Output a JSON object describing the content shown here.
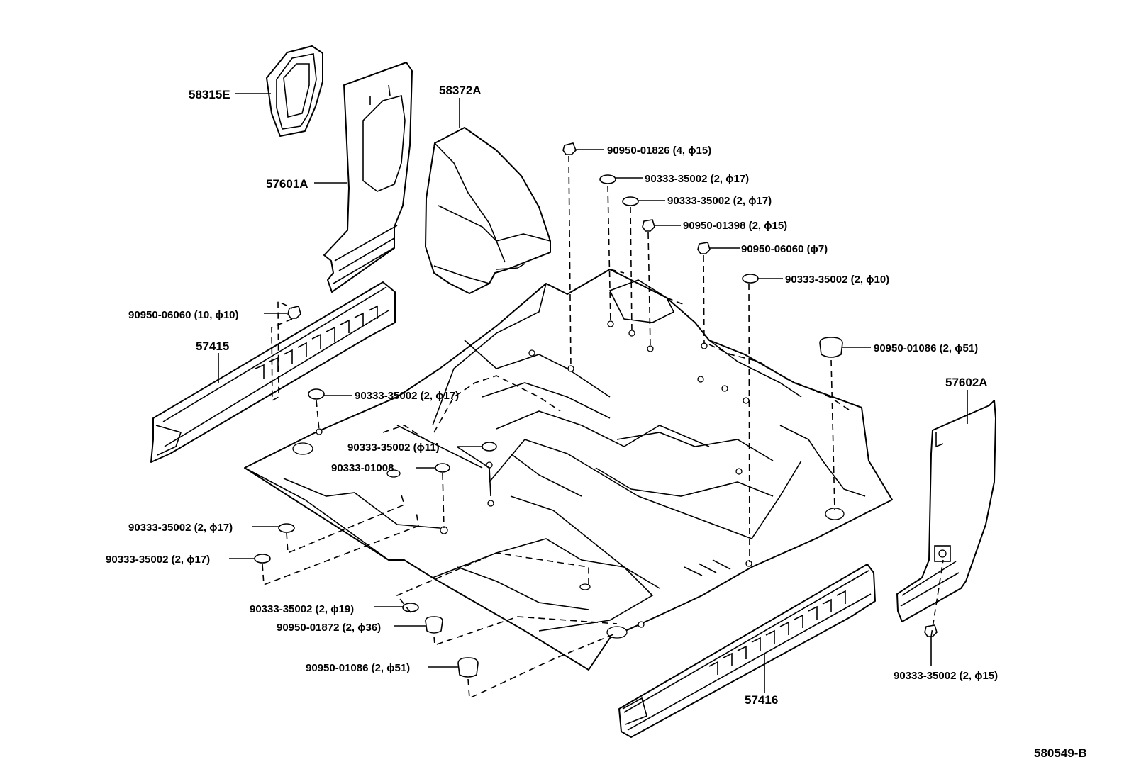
{
  "parts": {
    "p58315E": "58315E",
    "p57601A": "57601A",
    "p58372A": "58372A",
    "p57415": "57415",
    "p57602A": "57602A",
    "p57416": "57416"
  },
  "fasteners": {
    "f01": "90950-01826 (4, ϕ15)",
    "f02": "90333-35002  (2, ϕ17)",
    "f03": "90333-35002  (2, ϕ17)",
    "f04": "90950-01398   (2, ϕ15)",
    "f05": "90950-06060  (ϕ7)",
    "f06": "90333-35002  (2, ϕ10)",
    "f07": "90950-01086  (2, ϕ51)",
    "f08": "90950-06060 (10, ϕ10)",
    "f09": "90333-35002 (2, ϕ17)",
    "f10": "90333-35002 (ϕ11)",
    "f11": "90333-01008",
    "f12": "90333-35002 (2, ϕ17)",
    "f13": "90333-35002  (2, ϕ17)",
    "f14": "90333-35002 (2, ϕ19)",
    "f15": "90950-01872 (2, ϕ36)",
    "f16": "90950-01086 (2, ϕ51)",
    "f17": "90333-35002 (2, ϕ15)"
  },
  "diagram_id": "580549-B"
}
